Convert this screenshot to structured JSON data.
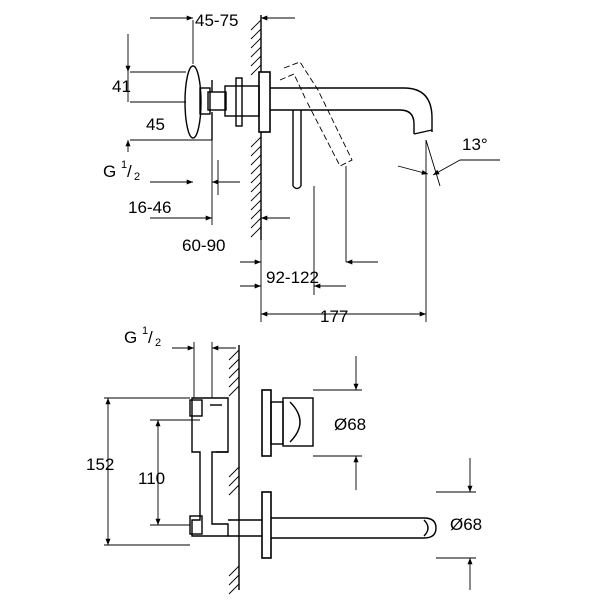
{
  "side_view": {
    "dim_45_75": "45-75",
    "dim_41": "41",
    "dim_45": "45",
    "thread_label": "G",
    "thread_num": "1",
    "thread_den": "2",
    "dim_16_46": "16-46",
    "dim_60_90": "60-90",
    "dim_92_122": "92-122",
    "dim_177": "177",
    "angle": "13°"
  },
  "front_view": {
    "thread_label": "G",
    "thread_num": "1",
    "thread_den": "2",
    "dim_152": "152",
    "dim_110": "110",
    "dia_handle": "Ø68",
    "dia_spout": "Ø68"
  }
}
